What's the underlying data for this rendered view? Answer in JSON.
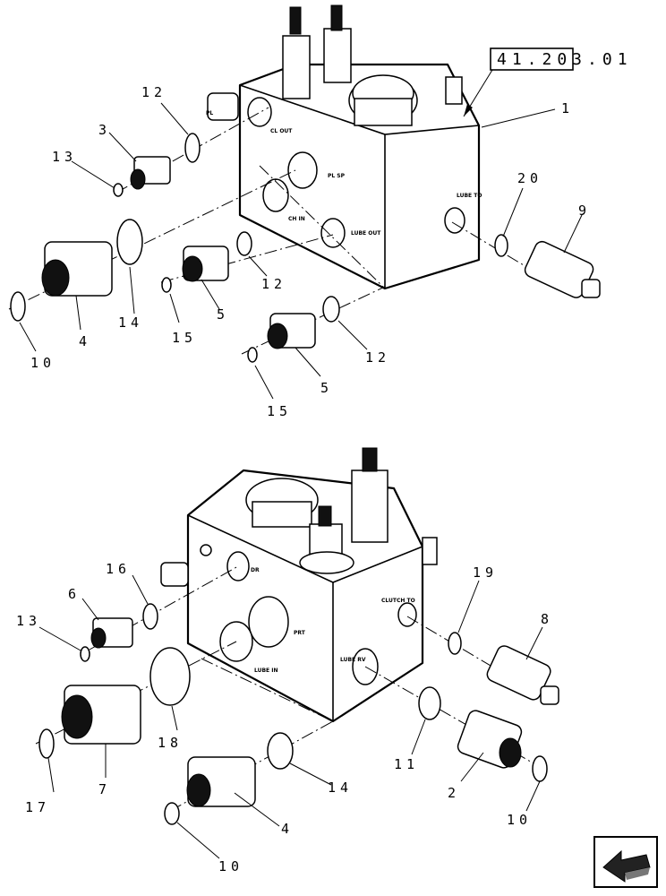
{
  "reference_box": "41.203.01",
  "top_assembly": {
    "port_labels": [
      "CL OUT",
      "PL SP",
      "CH IN",
      "LUBE OUT",
      "LUBE TO",
      "PL"
    ],
    "callouts": [
      "12",
      "3",
      "13",
      "1",
      "20",
      "9",
      "14",
      "4",
      "10",
      "15",
      "5",
      "12",
      "12",
      "5",
      "15"
    ]
  },
  "bottom_assembly": {
    "port_labels": [
      "DR",
      "PRT",
      "LUBE IN",
      "CLUTCH TO",
      "LUBE RV"
    ],
    "callouts": [
      "16",
      "6",
      "13",
      "19",
      "8",
      "18",
      "17",
      "7",
      "11",
      "14",
      "2",
      "4",
      "10",
      "10"
    ]
  },
  "nav_icon": "arrow-left-icon"
}
